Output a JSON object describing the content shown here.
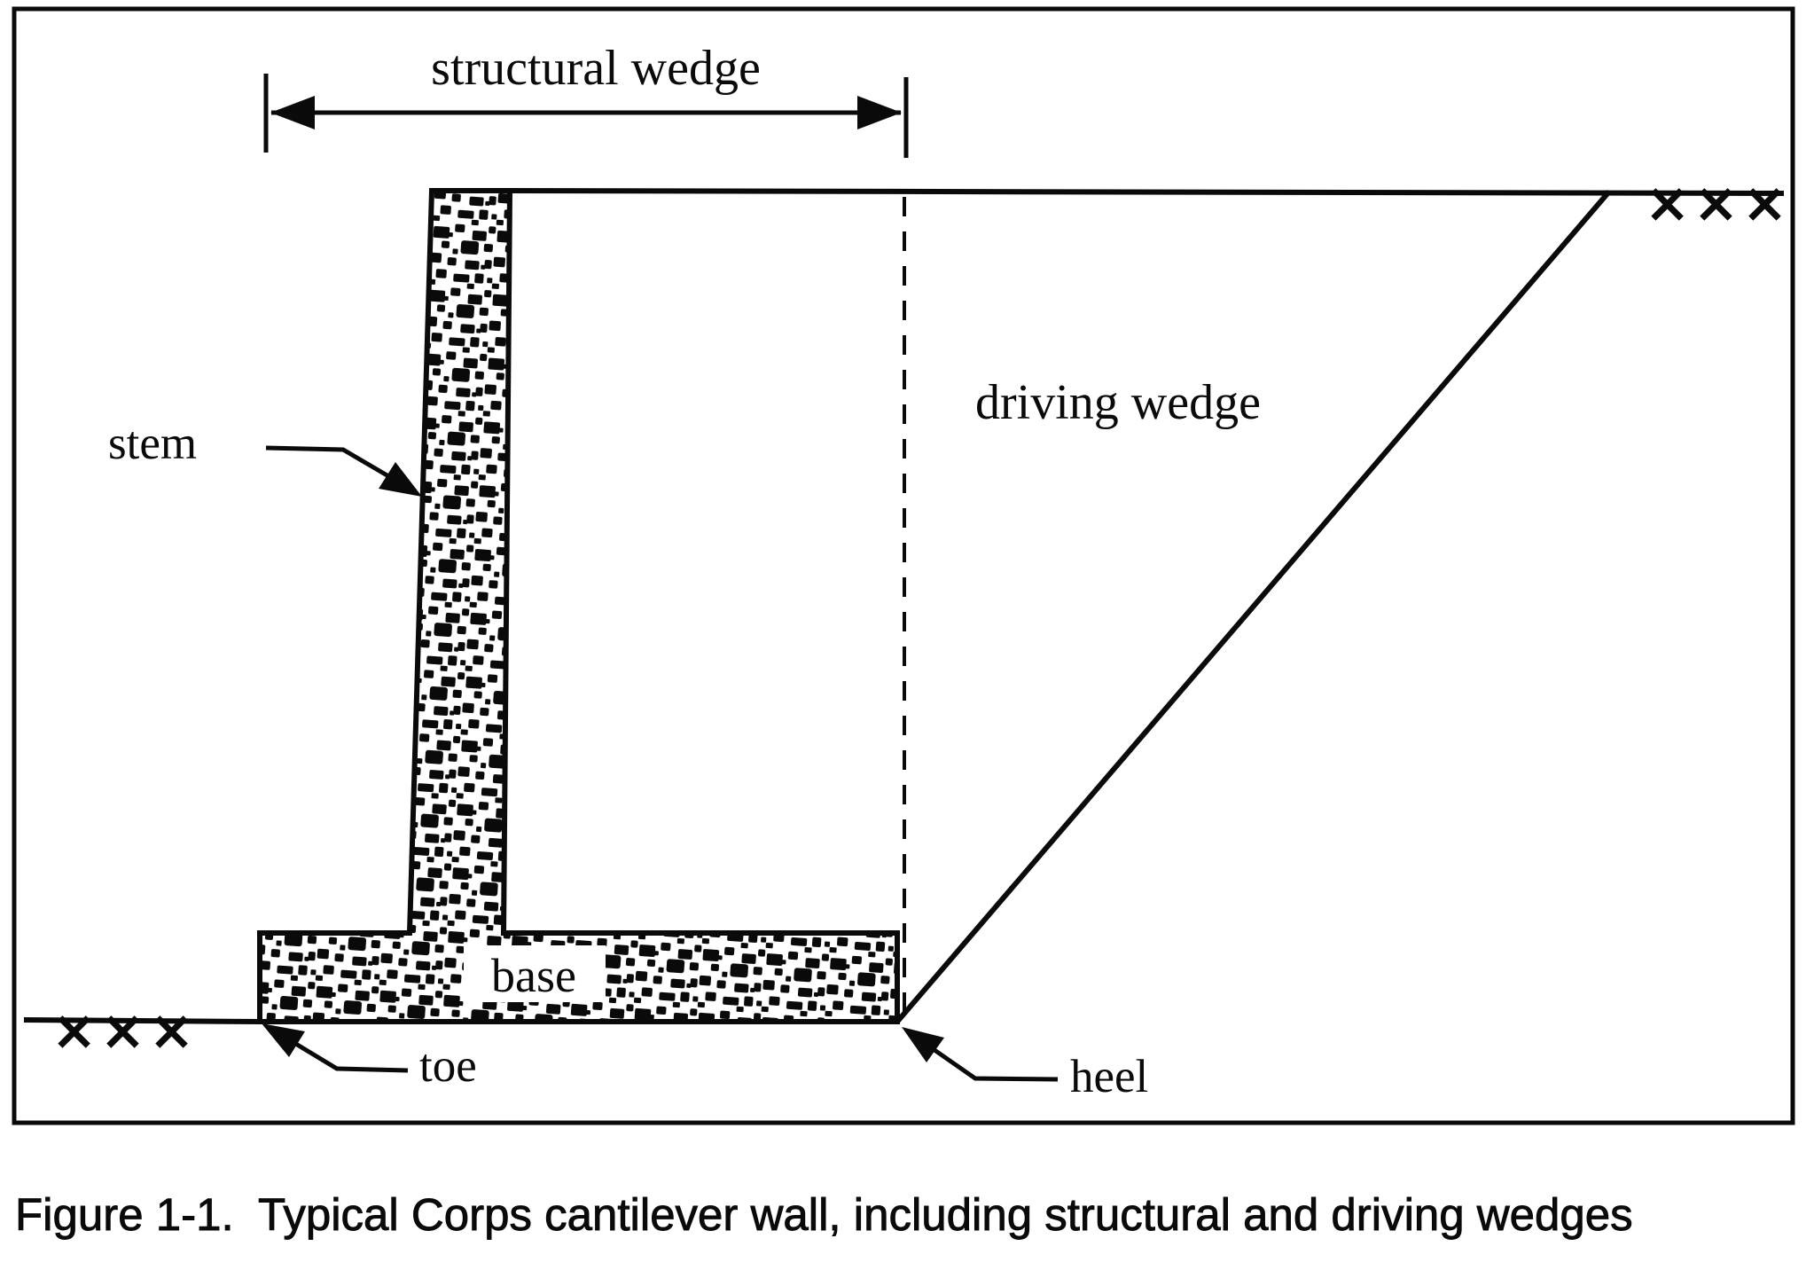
{
  "figure_caption": "Figure 1-1.  Typical Corps cantilever wall, including structural and driving wedges",
  "labels": {
    "structural_wedge": "structural wedge",
    "driving_wedge": "driving wedge",
    "stem": "stem",
    "base": "base",
    "toe": "toe",
    "heel": "heel",
    "ground_hatch_left": "×××",
    "ground_hatch_right": "×××"
  },
  "colors": {
    "ink": "#0a0a0a",
    "paper": "#ffffff"
  }
}
